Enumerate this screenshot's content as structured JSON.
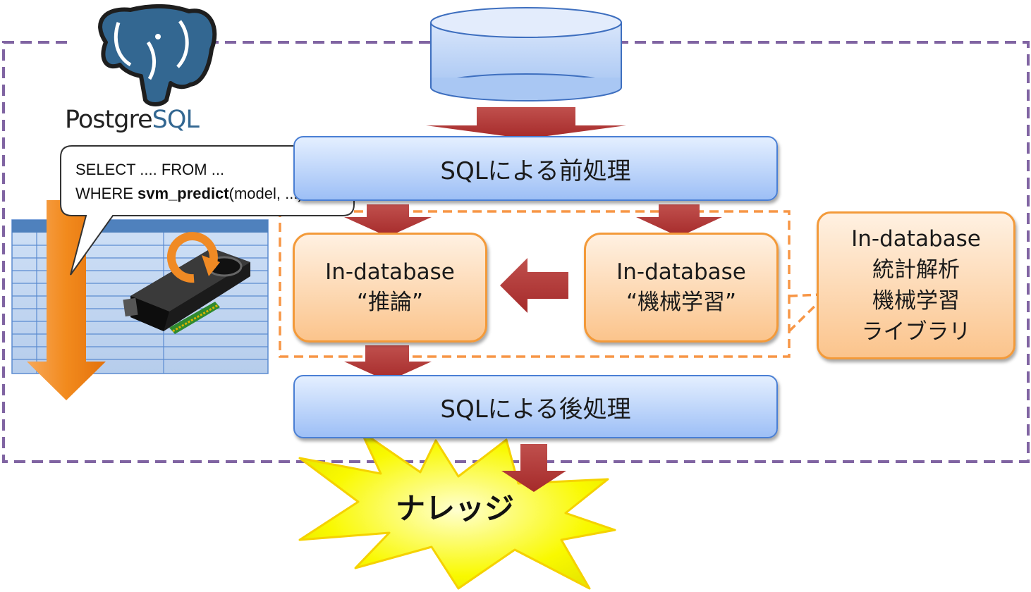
{
  "diagram": {
    "db_label": "PostgreSQL",
    "db_label_parts": {
      "prefix": "Postgre",
      "highlight": "SQL"
    },
    "query_bubble": {
      "line1": "SELECT .... FROM ...",
      "line2_prefix": "WHERE ",
      "line2_bold": "svm_predict",
      "line2_suffix": "(model, ...)"
    },
    "preprocess": "SQLによる前処理",
    "inference": {
      "line1": "In-database",
      "line2": "“推論”"
    },
    "ml": {
      "line1": "In-database",
      "line2": "“機械学習”"
    },
    "library": {
      "line1": "In-database",
      "line2": "統計解析",
      "line3": "機械学習",
      "line4": "ライブラリ"
    },
    "postprocess": "SQLによる後処理",
    "knowledge": "ナレッジ"
  },
  "colors": {
    "purple_dash": "#8064a2",
    "orange_dash": "#f79646",
    "arrow_red": "#c0393b",
    "blue_border": "#4a7fd4",
    "orange_border": "#f39a3a",
    "star_fill": "#f5f500",
    "elephant_blue": "#336791"
  },
  "icons": [
    "postgresql-elephant-icon",
    "gpu-card-icon",
    "database-cylinder-icon",
    "table-icon",
    "refresh-icon"
  ]
}
